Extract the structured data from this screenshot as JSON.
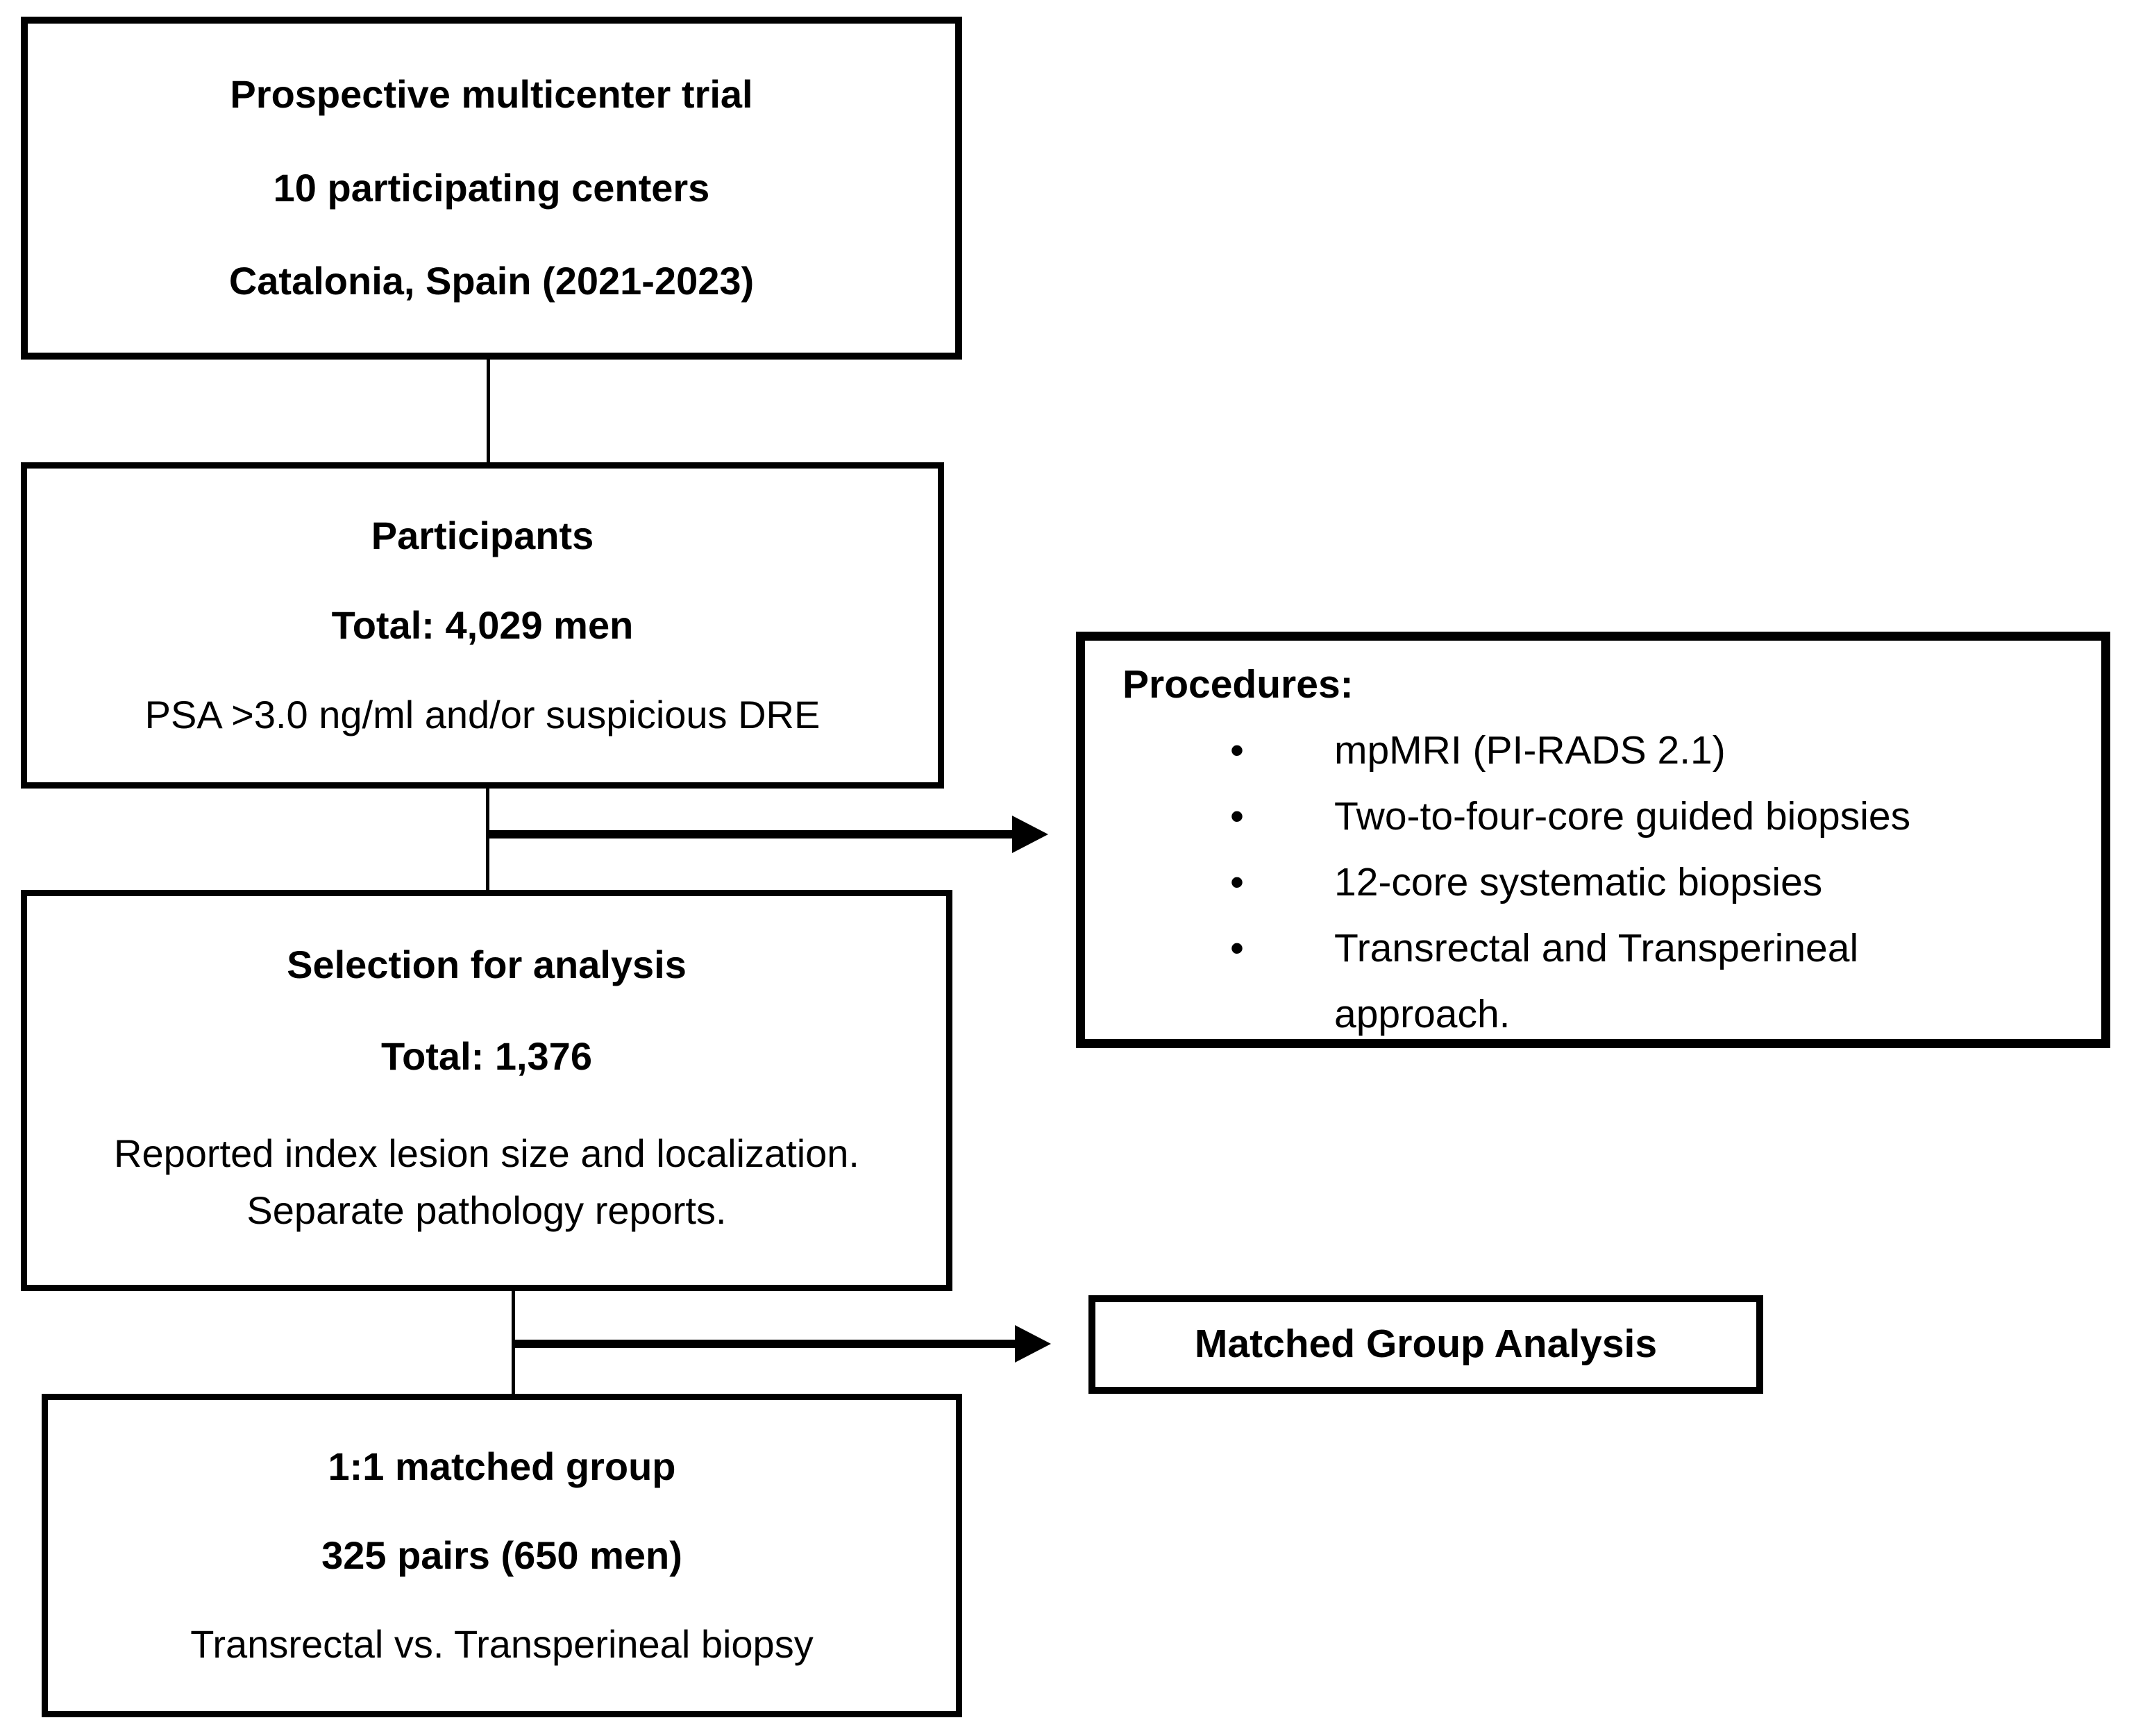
{
  "colors": {
    "ink": "#000000",
    "background": "#ffffff"
  },
  "trial": {
    "lines": [
      "Prospective multicenter trial",
      "10 participating centers",
      "Catalonia, Spain (2021-2023)"
    ]
  },
  "participants": {
    "title": "Participants",
    "total": "Total: 4,029 men",
    "criteria": "PSA >3.0 ng/ml and/or suspicious DRE"
  },
  "procedures": {
    "title": "Procedures:",
    "bullet_glyph": "•",
    "items": [
      "mpMRI (PI-RADS 2.1)",
      "Two-to-four-core guided biopsies",
      "12-core systematic biopsies",
      "Transrectal and Transperineal approach."
    ]
  },
  "selection": {
    "title": "Selection for analysis",
    "total": "Total: 1,376",
    "note_line1": "Reported index lesion size and localization.",
    "note_line2": "Separate pathology reports."
  },
  "matched_analysis": {
    "title": "Matched Group Analysis"
  },
  "matched_group": {
    "title": "1:1 matched group",
    "total": "325 pairs (650 men)",
    "note": "Transrectal vs. Transperineal biopsy"
  }
}
